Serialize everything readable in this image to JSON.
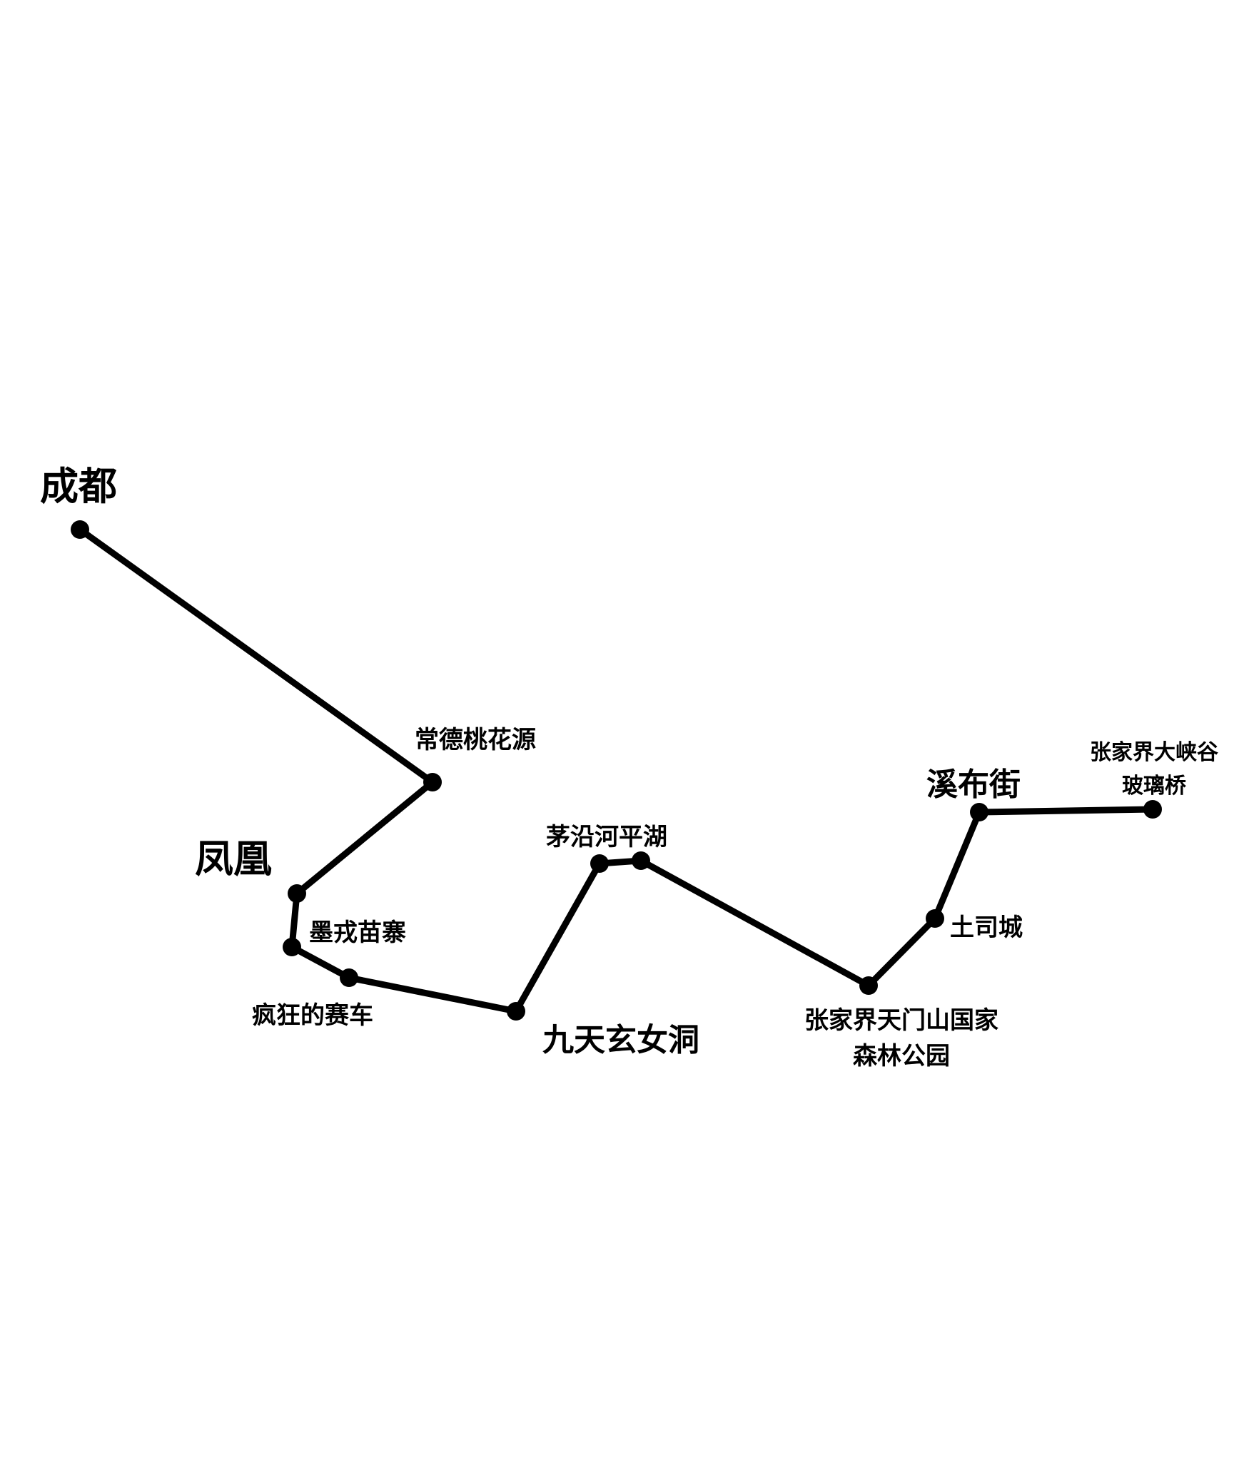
{
  "colors": {
    "line": "#000000",
    "background": "#ffffff"
  },
  "route": {
    "stops": [
      {
        "id": "chengdu",
        "label": "成都"
      },
      {
        "id": "changde-taohuayuan",
        "label": "常德桃花源"
      },
      {
        "id": "fenghuang",
        "label": "凤凰"
      },
      {
        "id": "moxi-miaozhai",
        "label": "墨戎苗寨"
      },
      {
        "id": "crazy-race",
        "label": "疯狂的赛车"
      },
      {
        "id": "jiutian-xuannv-cave",
        "label": "九天玄女洞"
      },
      {
        "id": "maoyanhe-pinghu",
        "label": "茅沿河平湖"
      },
      {
        "id": "tianmen-forest-park",
        "label_line1": "张家界天门山国家",
        "label_line2": "森林公园"
      },
      {
        "id": "tusi-cheng",
        "label": "土司城"
      },
      {
        "id": "xibu-street",
        "label": "溪布街"
      },
      {
        "id": "grand-canyon-glass-bridge",
        "label_line1": "张家界大峡谷",
        "label_line2": "玻璃桥"
      }
    ]
  }
}
